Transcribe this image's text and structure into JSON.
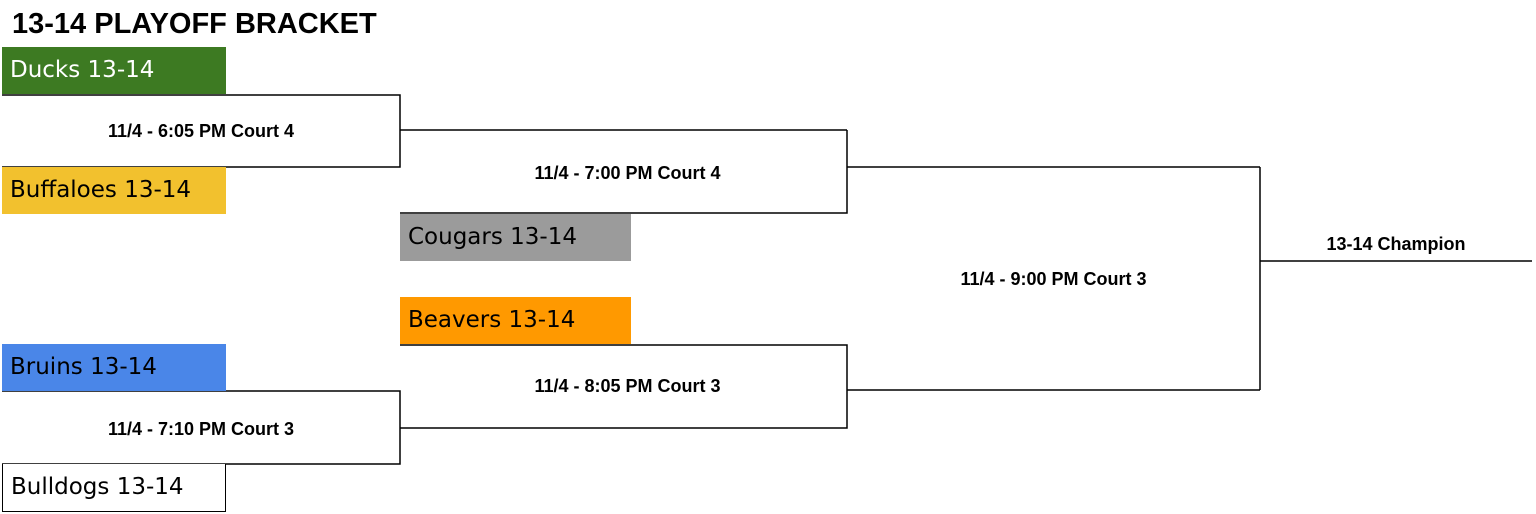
{
  "title": "13-14 PLAYOFF BRACKET",
  "teams": [
    {
      "name": "Ducks 13-14",
      "color": "#3d7a22",
      "text_color": "#ffffff"
    },
    {
      "name": "Buffaloes 13-14",
      "color": "#f2c12e",
      "text_color": "#000000"
    },
    {
      "name": "Cougars 13-14",
      "color": "#9b9b9b",
      "text_color": "#000000"
    },
    {
      "name": "Beavers 13-14",
      "color": "#ff9900",
      "text_color": "#000000"
    },
    {
      "name": "Bruins 13-14",
      "color": "#4a86e8",
      "text_color": "#000000"
    },
    {
      "name": "Bulldogs 13-14",
      "color": "#ffffff",
      "text_color": "#000000"
    }
  ],
  "games": [
    {
      "label": "11/4 - 6:05 PM Court 4"
    },
    {
      "label": "11/4 - 7:00 PM Court 4"
    },
    {
      "label": "11/4 - 7:10 PM Court 3"
    },
    {
      "label": "11/4 - 8:05 PM Court 3"
    },
    {
      "label": "11/4 - 9:00 PM Court 3"
    }
  ],
  "champion": {
    "label": "13-14 Champion"
  }
}
